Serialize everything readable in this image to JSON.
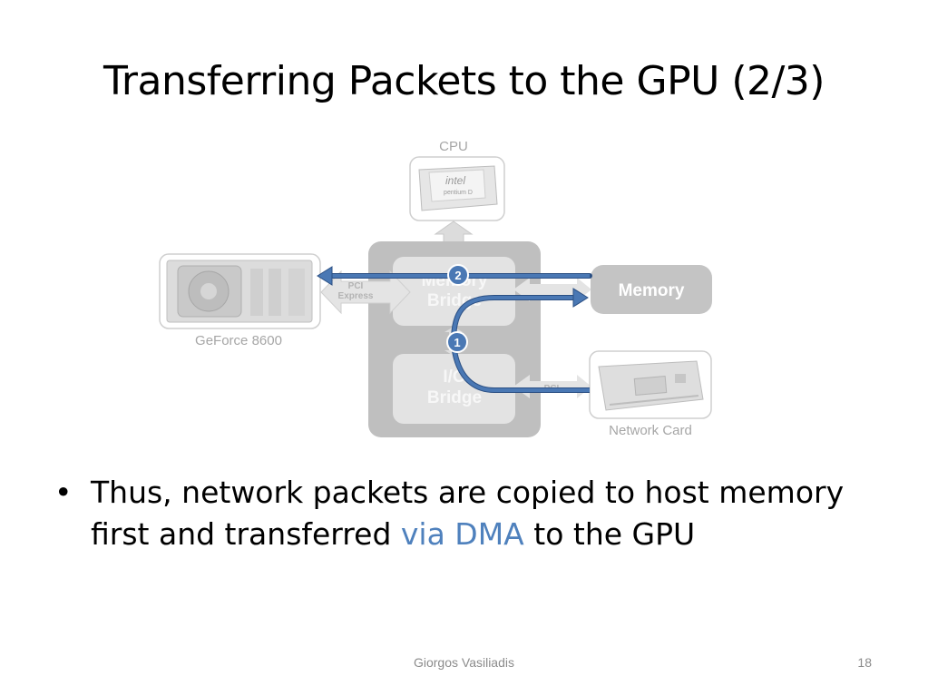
{
  "slide": {
    "title": "Transferring Packets to the GPU (2/3)",
    "bullet": {
      "before": "Thus, network packets are copied to host memory first and transferred ",
      "highlight": "via DMA",
      "after": " to the GPU"
    },
    "footer": {
      "author": "Giorgos Vasiliadis",
      "page": "18"
    }
  },
  "diagram": {
    "cpu_label": "CPU",
    "cpu_chip_brand": "intel",
    "cpu_chip_model": "pentium D",
    "gpu_label": "GeForce 8600",
    "memory_label": "Memory",
    "memory_bridge_label_1": "Memory",
    "memory_bridge_label_2": "Bridge",
    "io_bridge_label_1": "I/O",
    "io_bridge_label_2": "Bridge",
    "pci_express_label_1": "PCI",
    "pci_express_label_2": "Express",
    "pci_label": "PCI",
    "network_card_label": "Network Card",
    "step_1": "1",
    "step_2": "2"
  },
  "colors": {
    "arrow": "#4a78b4",
    "arrow_outline": "#2b4f83",
    "accent_text": "#4f81bd"
  }
}
